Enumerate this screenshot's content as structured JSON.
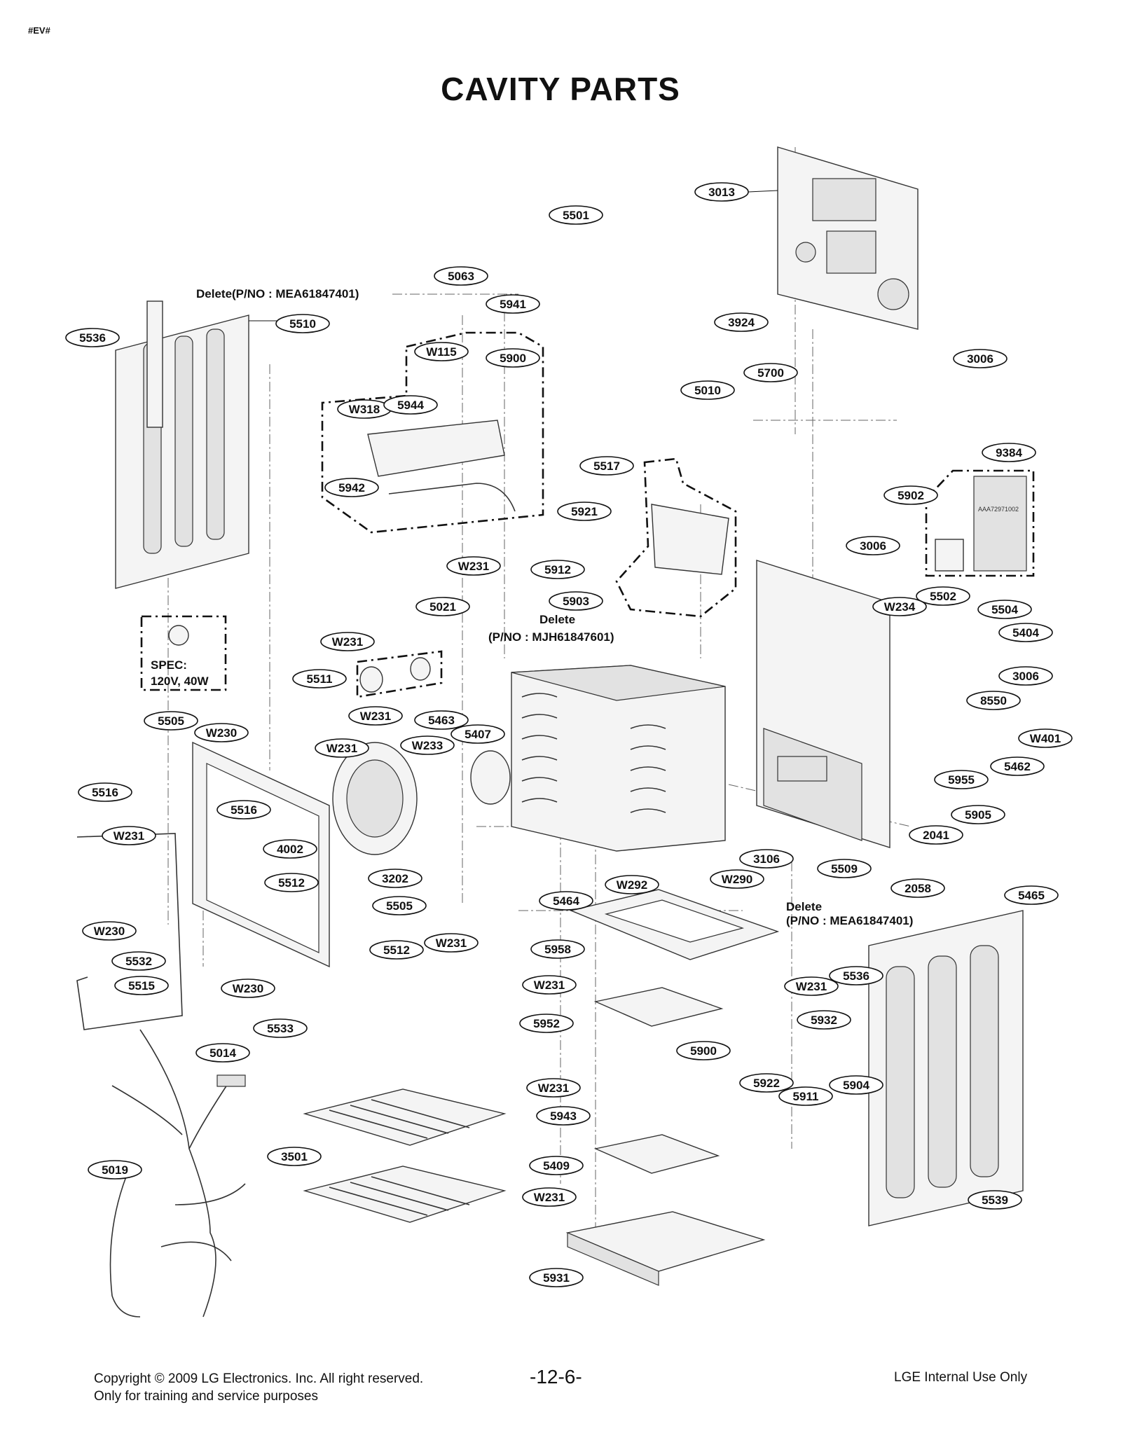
{
  "corner_mark": "#EV#",
  "title": "CAVITY PARTS",
  "notes": {
    "delete_top": "Delete(P/NO : MEA61847401)",
    "delete_mid_1": "Delete",
    "delete_mid_2": "(P/NO : MJH61847601)",
    "delete_right_1": "Delete",
    "delete_right_2": "(P/NO : MEA61847401)",
    "spec_1": "SPEC:",
    "spec_2": "120V, 40W",
    "kit_tag": "AAA72971002"
  },
  "callouts": [
    {
      "id": "c3013",
      "label": "3013"
    },
    {
      "id": "c5501",
      "label": "5501"
    },
    {
      "id": "c5063",
      "label": "5063"
    },
    {
      "id": "c5941",
      "label": "5941"
    },
    {
      "id": "c5536a",
      "label": "5536"
    },
    {
      "id": "c5510",
      "label": "5510"
    },
    {
      "id": "c3924",
      "label": "3924"
    },
    {
      "id": "cW115",
      "label": "W115"
    },
    {
      "id": "c5900a",
      "label": "5900"
    },
    {
      "id": "c3006a",
      "label": "3006"
    },
    {
      "id": "c5700",
      "label": "5700"
    },
    {
      "id": "c5010",
      "label": "5010"
    },
    {
      "id": "cW318",
      "label": "W318"
    },
    {
      "id": "c5944",
      "label": "5944"
    },
    {
      "id": "c9384",
      "label": "9384"
    },
    {
      "id": "c5517",
      "label": "5517"
    },
    {
      "id": "c5942",
      "label": "5942"
    },
    {
      "id": "c5902",
      "label": "5902"
    },
    {
      "id": "c5921",
      "label": "5921"
    },
    {
      "id": "c3006b",
      "label": "3006"
    },
    {
      "id": "cW231a",
      "label": "W231"
    },
    {
      "id": "c5912",
      "label": "5912"
    },
    {
      "id": "c5903",
      "label": "5903"
    },
    {
      "id": "c5021",
      "label": "5021"
    },
    {
      "id": "c5502",
      "label": "5502"
    },
    {
      "id": "cW234",
      "label": "W234"
    },
    {
      "id": "c5504",
      "label": "5504"
    },
    {
      "id": "cW231b",
      "label": "W231"
    },
    {
      "id": "c5404",
      "label": "5404"
    },
    {
      "id": "c5511",
      "label": "5511"
    },
    {
      "id": "c3006c",
      "label": "3006"
    },
    {
      "id": "c8550",
      "label": "8550"
    },
    {
      "id": "cW231c",
      "label": "W231"
    },
    {
      "id": "c5463",
      "label": "5463"
    },
    {
      "id": "c5505a",
      "label": "5505"
    },
    {
      "id": "cW230a",
      "label": "W230"
    },
    {
      "id": "c5407",
      "label": "5407"
    },
    {
      "id": "cW233",
      "label": "W233"
    },
    {
      "id": "cW231d",
      "label": "W231"
    },
    {
      "id": "cW401",
      "label": "W401"
    },
    {
      "id": "c5462",
      "label": "5462"
    },
    {
      "id": "c5955",
      "label": "5955"
    },
    {
      "id": "c5516a",
      "label": "5516"
    },
    {
      "id": "c5516b",
      "label": "5516"
    },
    {
      "id": "c5905",
      "label": "5905"
    },
    {
      "id": "cW231e",
      "label": "W231"
    },
    {
      "id": "c4002",
      "label": "4002"
    },
    {
      "id": "c2041",
      "label": "2041"
    },
    {
      "id": "c3106",
      "label": "3106"
    },
    {
      "id": "c5509",
      "label": "5509"
    },
    {
      "id": "c5512a",
      "label": "5512"
    },
    {
      "id": "c3202",
      "label": "3202"
    },
    {
      "id": "cW292",
      "label": "W292"
    },
    {
      "id": "cW290",
      "label": "W290"
    },
    {
      "id": "c2058",
      "label": "2058"
    },
    {
      "id": "c5465",
      "label": "5465"
    },
    {
      "id": "c5464",
      "label": "5464"
    },
    {
      "id": "c5505b",
      "label": "5505"
    },
    {
      "id": "cW230b",
      "label": "W230"
    },
    {
      "id": "cW231f",
      "label": "W231"
    },
    {
      "id": "c5512b",
      "label": "5512"
    },
    {
      "id": "c5958",
      "label": "5958"
    },
    {
      "id": "c5532",
      "label": "5532"
    },
    {
      "id": "c5515",
      "label": "5515"
    },
    {
      "id": "cW230c",
      "label": "W230"
    },
    {
      "id": "cW231g",
      "label": "W231"
    },
    {
      "id": "cW231h",
      "label": "W231"
    },
    {
      "id": "c5536b",
      "label": "5536"
    },
    {
      "id": "c5932",
      "label": "5932"
    },
    {
      "id": "c5533",
      "label": "5533"
    },
    {
      "id": "c5952",
      "label": "5952"
    },
    {
      "id": "c5014",
      "label": "5014"
    },
    {
      "id": "c5900b",
      "label": "5900"
    },
    {
      "id": "c5922",
      "label": "5922"
    },
    {
      "id": "c5904",
      "label": "5904"
    },
    {
      "id": "cW231i",
      "label": "W231"
    },
    {
      "id": "c5911",
      "label": "5911"
    },
    {
      "id": "c5943",
      "label": "5943"
    },
    {
      "id": "c3501",
      "label": "3501"
    },
    {
      "id": "c5019",
      "label": "5019"
    },
    {
      "id": "c5409",
      "label": "5409"
    },
    {
      "id": "cW231j",
      "label": "W231"
    },
    {
      "id": "c5539",
      "label": "5539"
    },
    {
      "id": "c5931",
      "label": "5931"
    }
  ],
  "footer": {
    "copyright": "Copyright © 2009 LG Electronics. Inc. All right reserved.",
    "purpose": "Only for training and service purposes",
    "page": "-12-6-",
    "internal": "LGE Internal Use Only"
  }
}
